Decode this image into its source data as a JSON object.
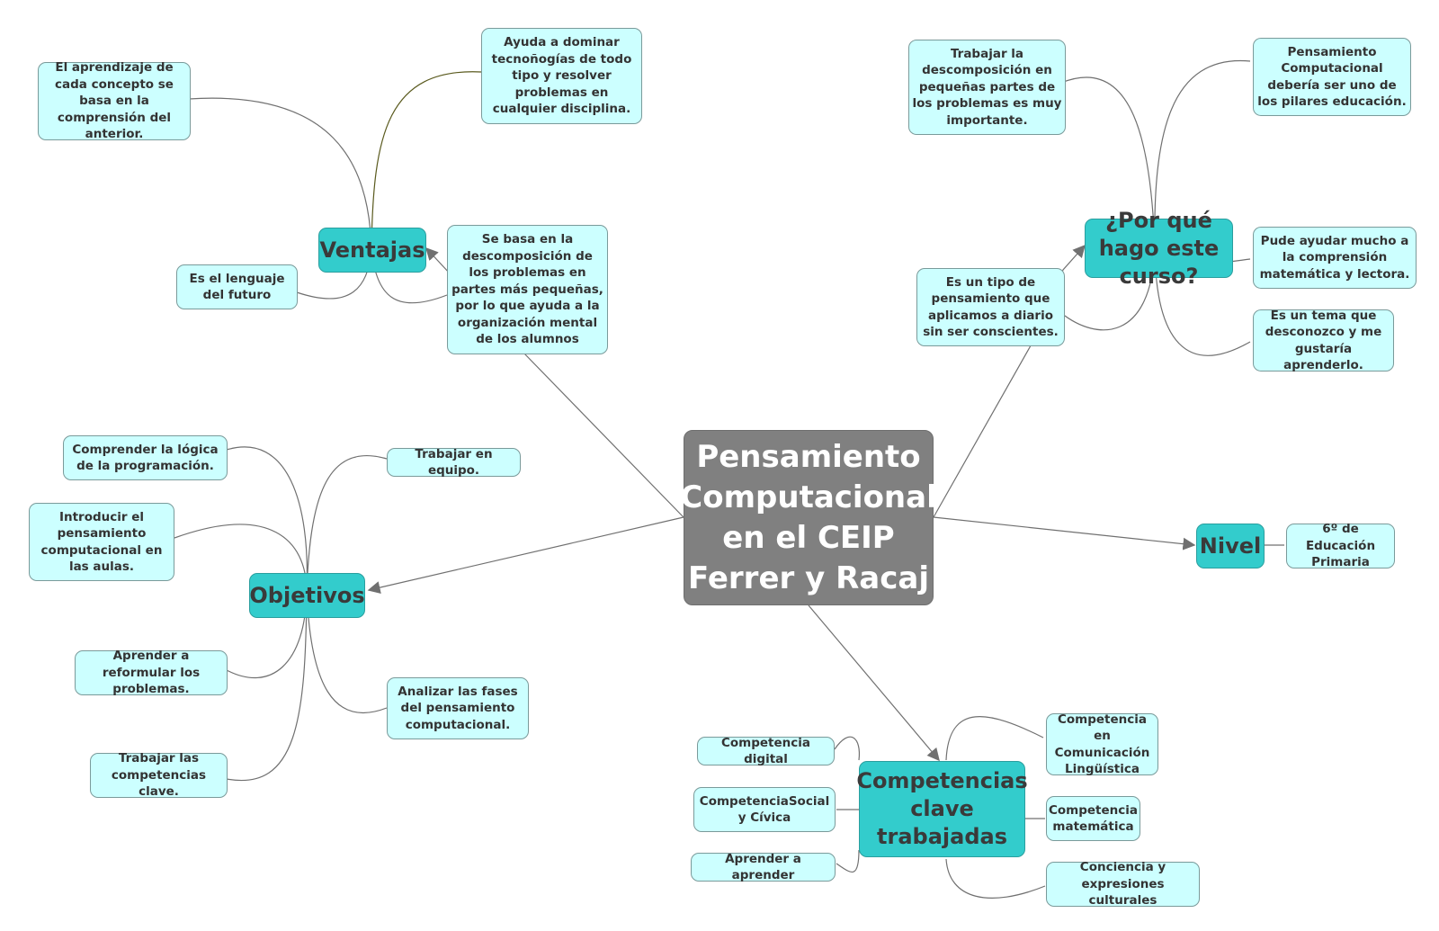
{
  "central": {
    "text": "Pensamiento Computacional en el CEIP Ferrer y Racaj"
  },
  "ventajas": {
    "title": "Ventajas",
    "items": [
      "El aprendizaje de cada concepto se basa en la comprensión del anterior.",
      "Ayuda a dominar tecnoñogías de todo tipo y resolver problemas en cualquier disciplina.",
      "Es el lenguaje del futuro",
      "Se basa en la descomposición de los problemas en partes más pequeñas, por lo que ayuda a la organización mental de los alumnos"
    ]
  },
  "porque": {
    "title": "¿Por qué hago este curso?",
    "items": [
      "Trabajar la descomposición en pequeñas partes de los problemas es muy importante.",
      "Pensamiento Computacional debería ser uno de los pilares educación.",
      "Pude ayudar mucho a la comprensión matemática y lectora.",
      "Es un tipo de pensamiento que aplicamos a diario sin ser conscientes.",
      "Es un tema que desconozco y me gustaría aprenderlo."
    ]
  },
  "objetivos": {
    "title": "Objetivos",
    "items": [
      "Comprender la lógica de la programación.",
      "Trabajar en equipo.",
      "Introducir el pensamiento computacional en las aulas.",
      "Aprender a reformular los problemas.",
      "Analizar las fases del pensamiento computacional.",
      "Trabajar las competencias clave."
    ]
  },
  "nivel": {
    "title": "Nivel",
    "items": [
      "6º de Educación Primaria"
    ]
  },
  "competencias": {
    "title": "Competencias clave trabajadas",
    "items": [
      "Competencia digital",
      "CompetenciaSocial y Cívica",
      "Aprender a aprender",
      "Competencia en Comunicación Lingüística",
      "Competencia matemática",
      "Conciencia y expresiones culturales"
    ]
  },
  "colors": {
    "central": "#808080",
    "main_topic": "#33cccc",
    "subtopic": "#ccffff",
    "connector": "#707070"
  }
}
